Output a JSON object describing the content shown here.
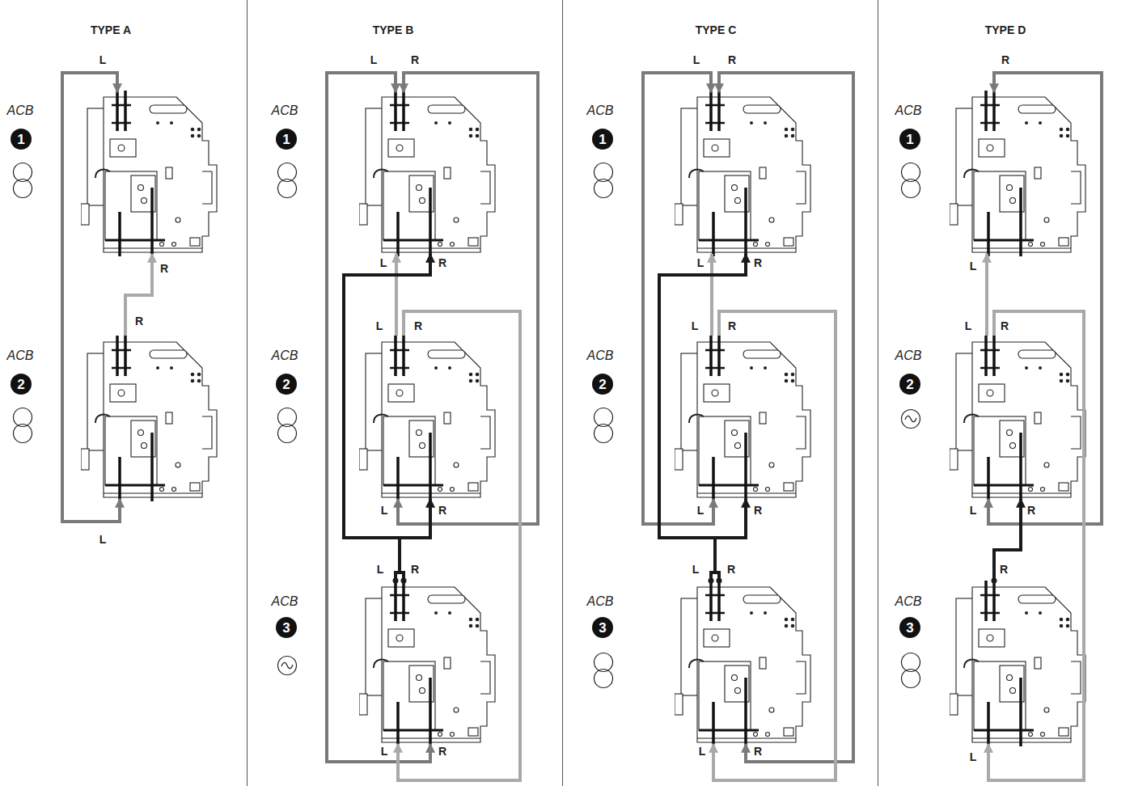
{
  "diagram": {
    "nodes": [
      {
        "text": [
          "1"
        ]
      },
      {
        "text": [
          "2"
        ]
      },
      {
        "text": [
          "1"
        ]
      },
      {
        "text": [
          "2"
        ]
      },
      {
        "text": [
          "3"
        ]
      },
      {
        "text": [
          "1"
        ]
      },
      {
        "text": [
          "2"
        ]
      },
      {
        "text": [
          "3"
        ]
      },
      {
        "text": [
          "1"
        ]
      },
      {
        "text": [
          "2"
        ]
      },
      {
        "text": [
          "3"
        ]
      }
    ],
    "labels": [
      "TYPE A",
      "ACB",
      "ACB",
      "L",
      "R",
      "R",
      "L",
      "TYPE B",
      "ACB",
      "ACB",
      "ACB",
      "L",
      "R",
      "L",
      "R",
      "L",
      "R",
      "L",
      "R",
      "L",
      "R",
      "L",
      "R",
      "TYPE C",
      "ACB",
      "ACB",
      "ACB",
      "L",
      "R",
      "L",
      "R",
      "L",
      "R",
      "L",
      "R",
      "L",
      "R",
      "L",
      "R",
      "TYPE D",
      "ACB",
      "ACB",
      "ACB",
      "R",
      "L",
      "L",
      "R",
      "L",
      "R",
      "R",
      "L"
    ]
  }
}
